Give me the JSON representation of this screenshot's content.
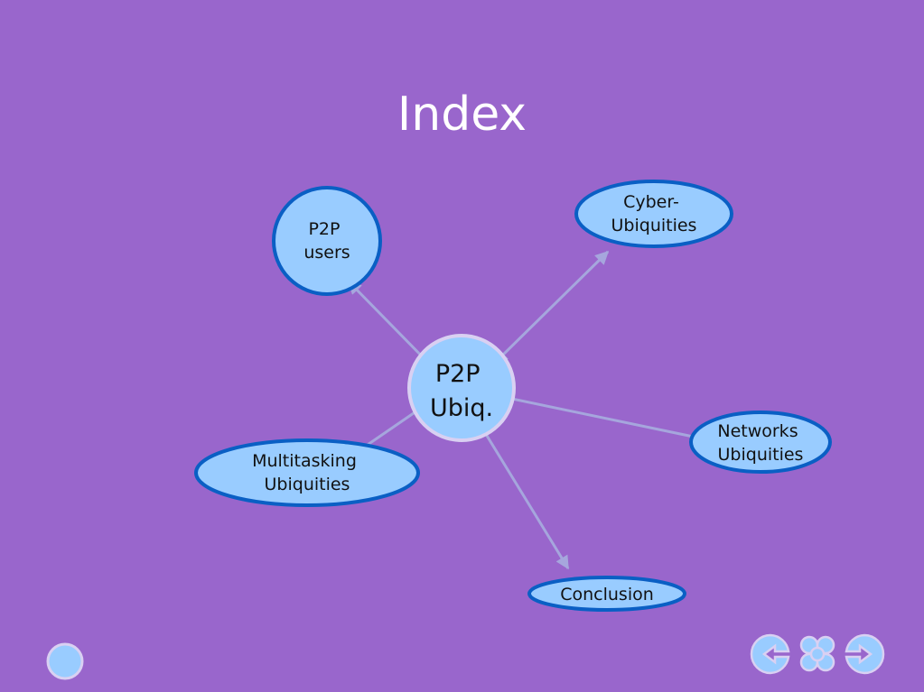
{
  "slide": {
    "title": "Index"
  },
  "diagram": {
    "center": {
      "lines": [
        "P2P",
        "Ubiq."
      ]
    },
    "nodes": [
      {
        "id": "p2p-users",
        "lines": [
          "P2P",
          "users"
        ]
      },
      {
        "id": "cyber",
        "lines": [
          "Cyber-",
          "Ubiquities"
        ]
      },
      {
        "id": "networks",
        "lines": [
          "Networks",
          "Ubiquities"
        ]
      },
      {
        "id": "multitasking",
        "lines": [
          "Multitasking",
          "Ubiquities"
        ]
      },
      {
        "id": "conclusion",
        "lines": [
          "Conclusion"
        ]
      }
    ]
  },
  "colors": {
    "background": "#9966cc",
    "node_fill": "#99ccff",
    "node_stroke": "#0a5fc4",
    "center_stroke": "#d9d0f2",
    "arrow": "#a6a6dd"
  },
  "navigation": {
    "home_icon": "circle-icon",
    "prev_icon": "back-arrow-icon",
    "menu_icon": "clover-icon",
    "next_icon": "forward-arrow-icon"
  }
}
